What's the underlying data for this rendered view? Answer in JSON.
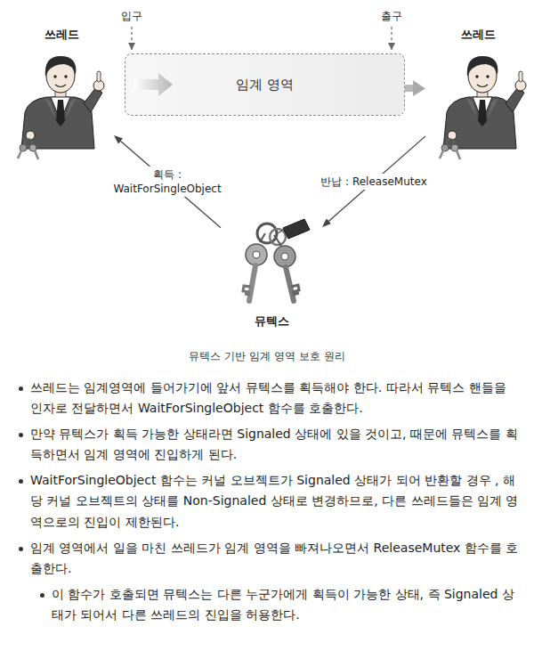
{
  "diagram": {
    "caption": "뮤텍스 기반 임계 영역 보호 원리",
    "nodes": [
      {
        "text": [
          "쓰레드"
        ]
      },
      {
        "text": [
          "임계 영역"
        ]
      },
      {
        "text": [
          "쓰레드"
        ]
      },
      {
        "text": [
          "뮤텍스"
        ]
      }
    ],
    "edges": [
      {
        "from": 3,
        "to": 0,
        "label": "획득 : WaitForSingleObject",
        "arrow": "to"
      },
      {
        "from": 2,
        "to": 3,
        "label": "반납 : ReleaseMutex",
        "arrow": "to"
      },
      {
        "from": 1,
        "to": 2,
        "arrow": "to"
      }
    ],
    "labels": [
      "입구",
      "출구",
      "쓰레드는 임계영역에 들어가기에 앞서 뮤텍스를 획득해야 한다. 따라서 뮤텍스 핸들을 인자로 전달하면서 WaitForSingleObject 함수를 호출한다.",
      "만약 뮤텍스가 획득 가능한 상태라면 Signaled 상태에 있을 것이고, 때문에 뮤텍스를 획득하면서 임계 영역에 진입하게 된다.",
      "WaitForSingleObject 함수는 커널 오브젝트가 Signaled 상태가 되어 반환할 경우 , 해당 커널 오브젝트의 상태를 Non-Signaled 상태로 변경하므로, 다른 쓰레드들은 임계 영역으로의 진입이 제한된다.",
      "임계 영역에서 일을 마친 쓰레드가 임계 영역을 빠져나오면서 ReleaseMutex 함수를 호출한다.",
      "이 함수가 호출되면 뮤텍스는 다른 누군가에게 획득이 가능한 상태, 즉 Signaled 상태가 되어서 다른 쓰레드의 진입을 허용한다."
    ]
  }
}
